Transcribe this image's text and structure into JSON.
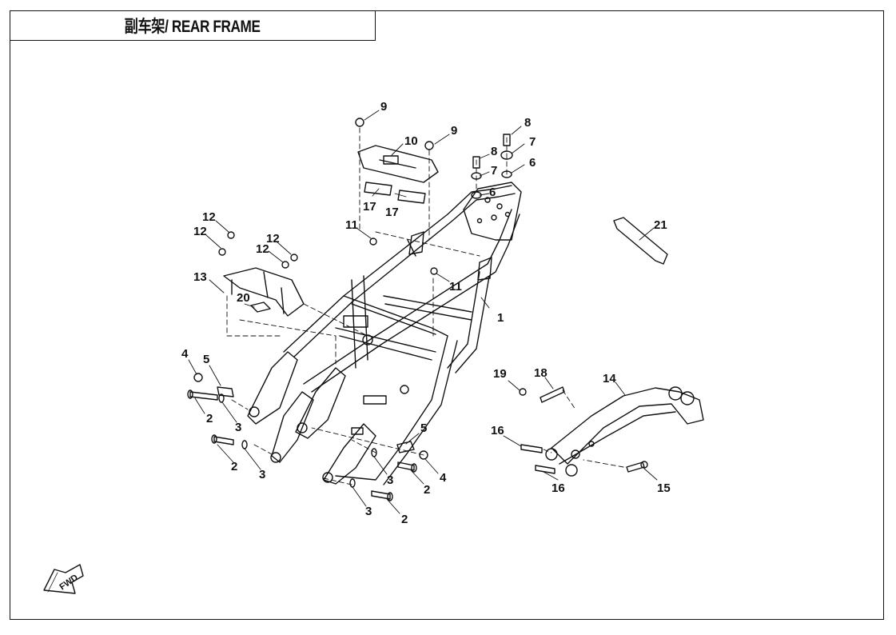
{
  "header": {
    "title": "副车架/ REAR FRAME"
  },
  "orientation": {
    "label": "FWD"
  },
  "callouts": [
    {
      "text": "1"
    },
    {
      "text": "2"
    },
    {
      "text": "2"
    },
    {
      "text": "2"
    },
    {
      "text": "2"
    },
    {
      "text": "3"
    },
    {
      "text": "3"
    },
    {
      "text": "3"
    },
    {
      "text": "3"
    },
    {
      "text": "4"
    },
    {
      "text": "4"
    },
    {
      "text": "5"
    },
    {
      "text": "5"
    },
    {
      "text": "6"
    },
    {
      "text": "6"
    },
    {
      "text": "7"
    },
    {
      "text": "7"
    },
    {
      "text": "8"
    },
    {
      "text": "8"
    },
    {
      "text": "9"
    },
    {
      "text": "9"
    },
    {
      "text": "10"
    },
    {
      "text": "11"
    },
    {
      "text": "11"
    },
    {
      "text": "12"
    },
    {
      "text": "12"
    },
    {
      "text": "12"
    },
    {
      "text": "12"
    },
    {
      "text": "13"
    },
    {
      "text": "14"
    },
    {
      "text": "15"
    },
    {
      "text": "16"
    },
    {
      "text": "16"
    },
    {
      "text": "17"
    },
    {
      "text": "17"
    },
    {
      "text": "18"
    },
    {
      "text": "19"
    },
    {
      "text": "20"
    },
    {
      "text": "21"
    }
  ]
}
